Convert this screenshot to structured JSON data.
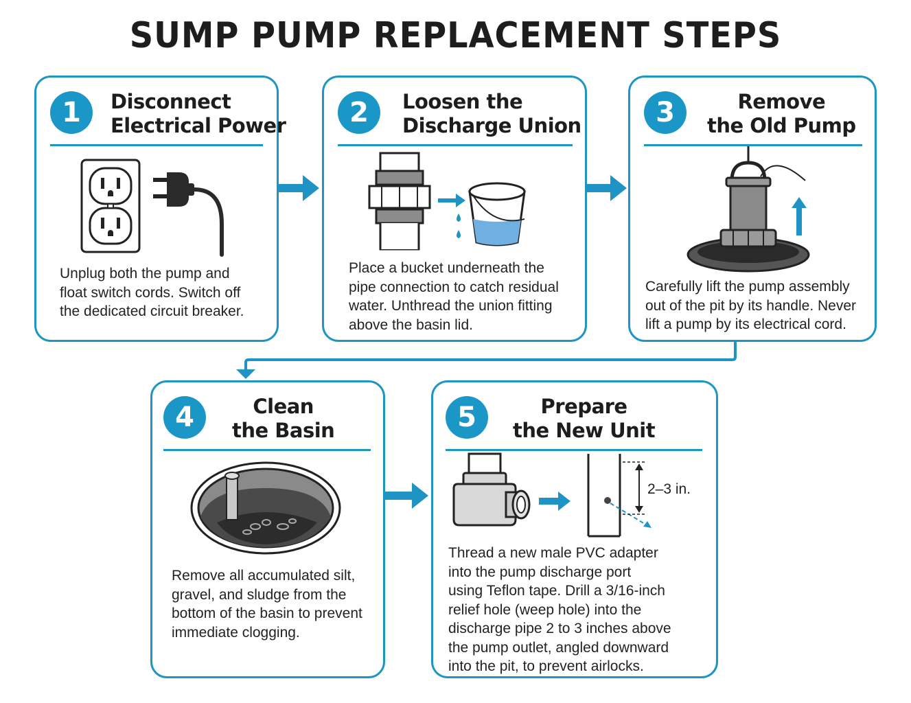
{
  "title": "SUMP PUMP REPLACEMENT STEPS",
  "steps": [
    {
      "number": "1",
      "title_lines": [
        "Disconnect",
        "Electrical Power"
      ],
      "description_lines": [
        "Unplug both the pump and",
        "float switch cords. Switch off",
        "the dedicated circuit breaker."
      ],
      "illustration": [
        "outlet-icon",
        "plug-icon"
      ]
    },
    {
      "number": "2",
      "title_lines": [
        "Loosen the",
        "Discharge Union"
      ],
      "description_lines": [
        "Place a bucket underneath the",
        "pipe connection to catch residual",
        "water. Unthread the union fitting",
        "above the basin lid."
      ],
      "illustration": [
        "pipe-union-icon",
        "bucket-icon"
      ]
    },
    {
      "number": "3",
      "title_lines": [
        "Remove",
        "the Old Pump"
      ],
      "description_lines": [
        "Carefully lift the pump assembly",
        "out of the pit by its handle. Never",
        "lift a pump by its electrical cord."
      ],
      "illustration": [
        "pump-icon",
        "lift-arrow-icon"
      ]
    },
    {
      "number": "4",
      "title_lines": [
        "Clean",
        "the Basin"
      ],
      "description_lines": [
        "Remove all accumulated silt,",
        "gravel, and sludge from the",
        "bottom of the basin to prevent",
        "immediate clogging."
      ],
      "illustration": [
        "basin-icon"
      ]
    },
    {
      "number": "5",
      "title_lines": [
        "Prepare",
        "the New Unit"
      ],
      "description_lines": [
        "Thread a new male PVC adapter",
        "into the pump discharge port",
        "using Teflon tape. Drill a 3/16-inch",
        "relief hole (weep hole) into the",
        "discharge pipe 2 to 3 inches above",
        "the pump outlet, angled downward",
        "into the pit, to prevent airlocks."
      ],
      "illustration": [
        "pvc-adapter-icon",
        "weep-hole-pipe-icon"
      ],
      "dimension_label": "2–3 in."
    }
  ],
  "colors": {
    "accent": "#1e95c2",
    "arrow": "#1f93c4",
    "text": "#1c1c1c",
    "water": "#6fb0e0"
  }
}
